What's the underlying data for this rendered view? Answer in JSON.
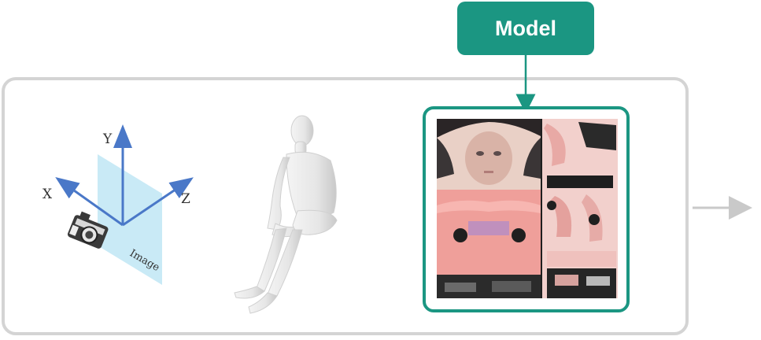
{
  "model_box": {
    "label": "Model"
  },
  "camera_diagram": {
    "axis_x": "X",
    "axis_y": "Y",
    "axis_z": "Z",
    "plane_label": "Image"
  },
  "colors": {
    "accent": "#1b9682",
    "panel_border": "#d4d4d4",
    "axis_blue": "#4a78c8",
    "image_plane": "#bfe6f5",
    "skin_pink": "#e9a9a6"
  }
}
